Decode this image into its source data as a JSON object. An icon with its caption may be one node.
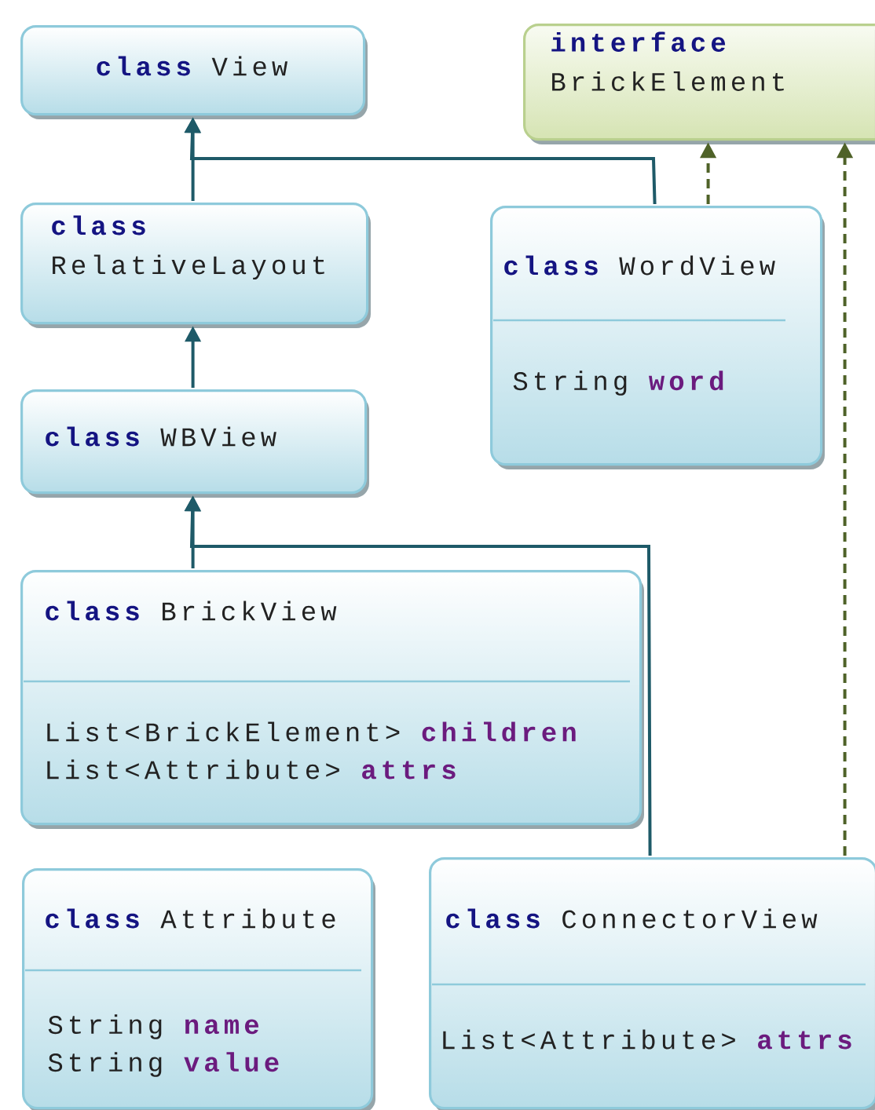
{
  "diagram": {
    "nodes": [
      {
        "text": [
          "**class** View"
        ]
      },
      {
        "text": [
          "**interface** BrickElement"
        ]
      },
      {
        "text": [
          "**class** RelativeLayout"
        ]
      },
      {
        "text": [
          "**class** WordView",
          "String **word**"
        ]
      },
      {
        "text": [
          "**class** WBView"
        ]
      },
      {
        "text": [
          "**class** BrickView",
          "List<BrickElement> **children**",
          "List<Attribute> **attrs**"
        ]
      },
      {
        "text": [
          "**class** Attribute",
          "String **name**",
          "String **value**"
        ]
      },
      {
        "text": [
          "**class** ConnectorView",
          "List<Attribute> **attrs**"
        ]
      }
    ],
    "edges": [
      {
        "from": 2,
        "to": 0,
        "arrow": "to"
      },
      {
        "from": 3,
        "to": 0,
        "arrow": "to"
      },
      {
        "from": 3,
        "to": 1,
        "arrow": "to",
        "style": "dashed",
        "color": "#4f6228"
      },
      {
        "from": 4,
        "to": 2,
        "arrow": "to"
      },
      {
        "from": 5,
        "to": 4,
        "arrow": "to"
      },
      {
        "from": 7,
        "to": 4,
        "arrow": "to"
      },
      {
        "from": 7,
        "to": 1,
        "arrow": "to",
        "style": "dashed",
        "color": "#4f6228"
      }
    ]
  }
}
